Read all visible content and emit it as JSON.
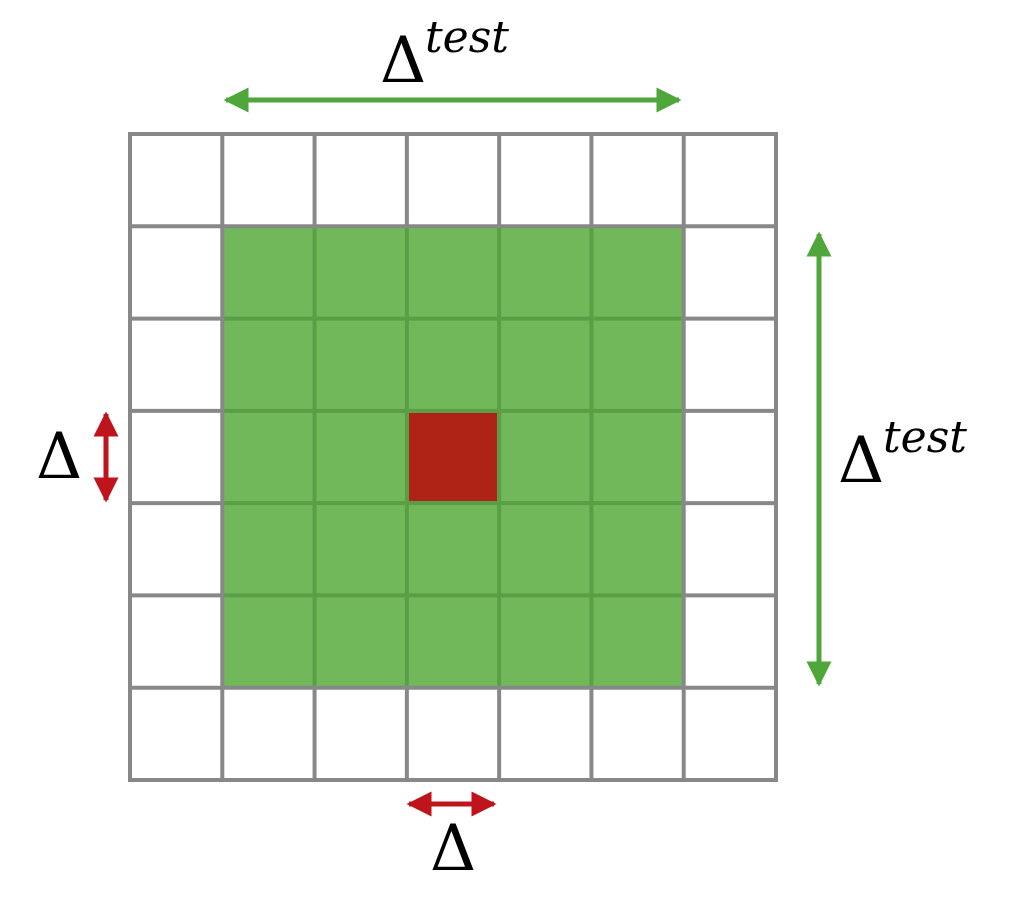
{
  "labels": {
    "top_symbol": "Δ",
    "top_superscript": "test",
    "right_symbol": "Δ",
    "right_superscript": "test",
    "left_symbol": "Δ",
    "bottom_symbol": "Δ"
  },
  "grid": {
    "rows": 7,
    "cols": 7,
    "test_region": {
      "row_start": 1,
      "row_end": 5,
      "col_start": 1,
      "col_end": 5
    },
    "center_cell": {
      "row": 3,
      "col": 3
    }
  },
  "colors": {
    "grid_line": "#888888",
    "test_region_fill": "#70b85a",
    "test_region_line": "#5a9e46",
    "center_fill": "#ae2316",
    "green_arrow": "#4fa63a",
    "red_arrow": "#c0141c"
  }
}
